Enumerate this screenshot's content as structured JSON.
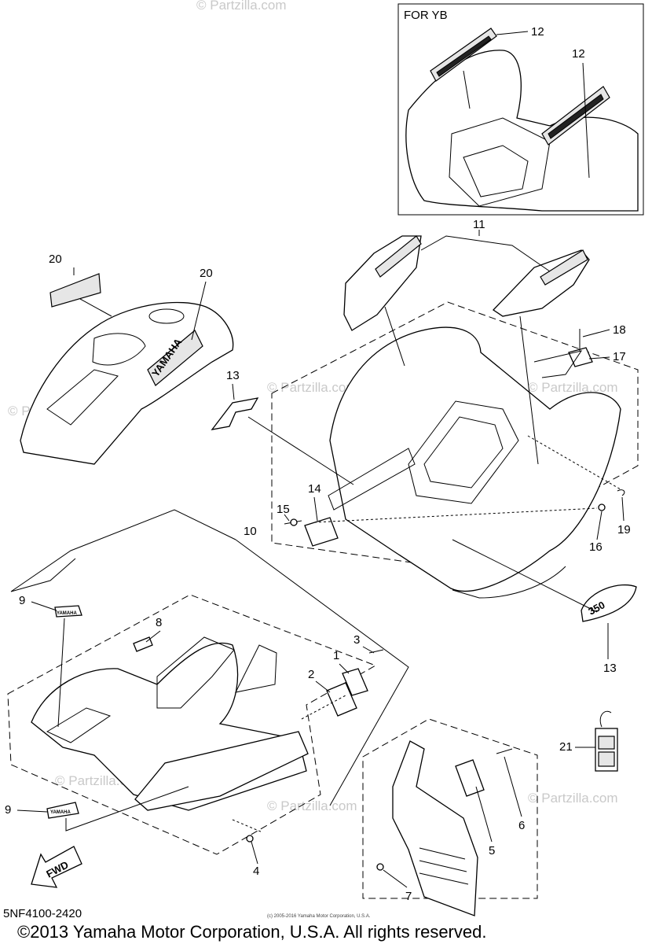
{
  "inset": {
    "title": "FOR YB"
  },
  "callouts": [
    "12",
    "12",
    "11",
    "20",
    "20",
    "13",
    "18",
    "17",
    "15",
    "14",
    "16",
    "19",
    "10",
    "9",
    "8",
    "3",
    "1",
    "2",
    "13",
    "21",
    "9",
    "6",
    "5",
    "4",
    "7"
  ],
  "decals": {
    "yamaha_large": "YAMAHA",
    "yamaha_small_1": "YAMAHA",
    "yamaha_small_2": "YAMAHA",
    "fwd": "FWD",
    "model_350": "350"
  },
  "watermarks": [
    "© Partzilla.com",
    "© Partzilla.com",
    "© Partzilla.com",
    "© Partzilla.com",
    "© Partzilla.com",
    "© Partzilla.com",
    "© Partzilla.com"
  ],
  "footer": {
    "part_code": "5NF4100-2420",
    "copyright": "©2013 Yamaha Motor Corporation, U.S.A. All rights reserved.",
    "small_notice": "(c) 2005-2016 Yamaha Motor Corporation, U.S.A."
  }
}
